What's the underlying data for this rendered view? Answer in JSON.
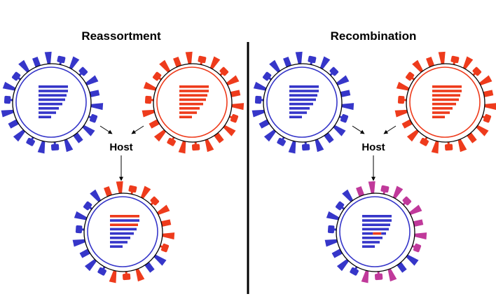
{
  "panels": {
    "left": {
      "title": "Reassortment",
      "host_label": "Host",
      "parent_a": {
        "color": "blue",
        "segments": [
          "blue",
          "blue",
          "blue",
          "blue",
          "blue",
          "blue",
          "blue",
          "blue"
        ]
      },
      "parent_b": {
        "color": "red",
        "segments": [
          "red",
          "red",
          "red",
          "red",
          "red",
          "red",
          "red",
          "red"
        ]
      },
      "progeny": {
        "spikes": "mixed",
        "segments": [
          "red",
          "blue",
          "red",
          "blue",
          "blue",
          "blue",
          "blue",
          "blue"
        ]
      }
    },
    "right": {
      "title": "Recombination",
      "host_label": "Host",
      "parent_a": {
        "color": "blue",
        "segments": [
          "blue",
          "blue",
          "blue",
          "blue",
          "blue",
          "blue",
          "blue",
          "blue"
        ]
      },
      "parent_b": {
        "color": "red",
        "segments": [
          "red",
          "red",
          "red",
          "red",
          "red",
          "red",
          "red",
          "red"
        ]
      },
      "progeny": {
        "spikes": "mixed-magenta",
        "segments": [
          "blue",
          "blue",
          "blue",
          "blue",
          "partial",
          "blue",
          "blue",
          "blue"
        ]
      }
    }
  },
  "colors": {
    "blue": "#3636c9",
    "red": "#ee3b1c",
    "magenta": "#c0399a",
    "black": "#000000"
  }
}
